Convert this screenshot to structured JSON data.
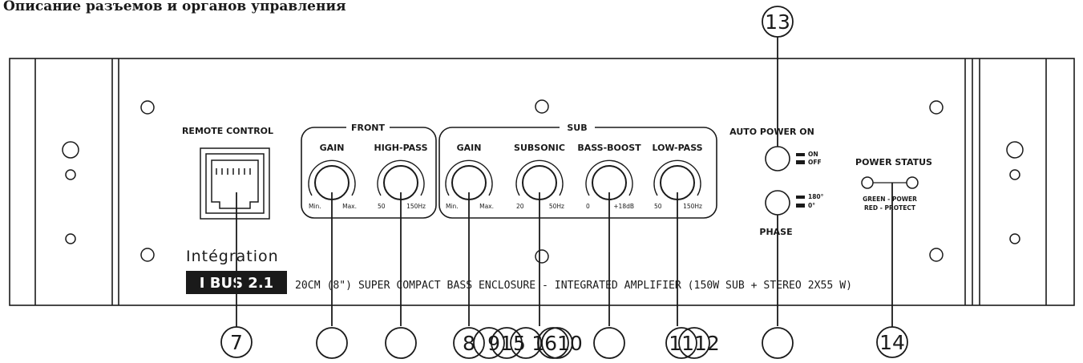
{
  "heading": "Описание разъемов и органов управления",
  "panel": {
    "remote_control_label": "REMOTE CONTROL",
    "front_group_label": "FRONT",
    "sub_group_label": "SUB",
    "knobs": [
      {
        "id": "front-gain",
        "label": "GAIN",
        "min": "Min.",
        "max": "Max."
      },
      {
        "id": "front-high-pass",
        "label": "HIGH-PASS",
        "min": "50",
        "max": "150Hz"
      },
      {
        "id": "sub-gain",
        "label": "GAIN",
        "min": "Min.",
        "max": "Max."
      },
      {
        "id": "subsonic",
        "label": "SUBSONIC",
        "min": "20",
        "max": "50Hz"
      },
      {
        "id": "bass-boost",
        "label": "BASS-BOOST",
        "min": "0",
        "max": "+18dB"
      },
      {
        "id": "low-pass",
        "label": "LOW-PASS",
        "min": "50",
        "max": "150Hz"
      }
    ],
    "auto_power_label": "AUTO POWER ON",
    "auto_power_on": "ON",
    "auto_power_off": "OFF",
    "phase_label": "PHASE",
    "phase_180": "180°",
    "phase_0": "0°",
    "power_status_label": "POWER STATUS",
    "power_status_green": "GREEN - POWER",
    "power_status_red": "RED - PROTECT",
    "brand": "Intégration",
    "model": "I BUS 2.1",
    "description": "20CM (8\") SUPER COMPACT BASS ENCLOSURE - INTEGRATED AMPLIFIER (150W SUB + STEREO 2X55 W)"
  },
  "callouts": [
    {
      "id": "callout-13",
      "text": "13"
    },
    {
      "id": "callout-7",
      "text": "7"
    },
    {
      "id": "callout-front-gain",
      "text": ""
    },
    {
      "id": "callout-front-high-pass",
      "text": ""
    },
    {
      "id": "callout-8",
      "text": "8"
    },
    {
      "id": "callout-9-15",
      "text": "915"
    },
    {
      "id": "callout-16-10",
      "text": "1610"
    },
    {
      "id": "callout-bass-boost",
      "text": ""
    },
    {
      "id": "callout-11-12",
      "text": "1112"
    },
    {
      "id": "callout-phase",
      "text": ""
    },
    {
      "id": "callout-14",
      "text": "14"
    }
  ],
  "colors": {
    "ink": "#1a1a1a",
    "background": "#ffffff",
    "model_badge": "#1a1a1a"
  }
}
